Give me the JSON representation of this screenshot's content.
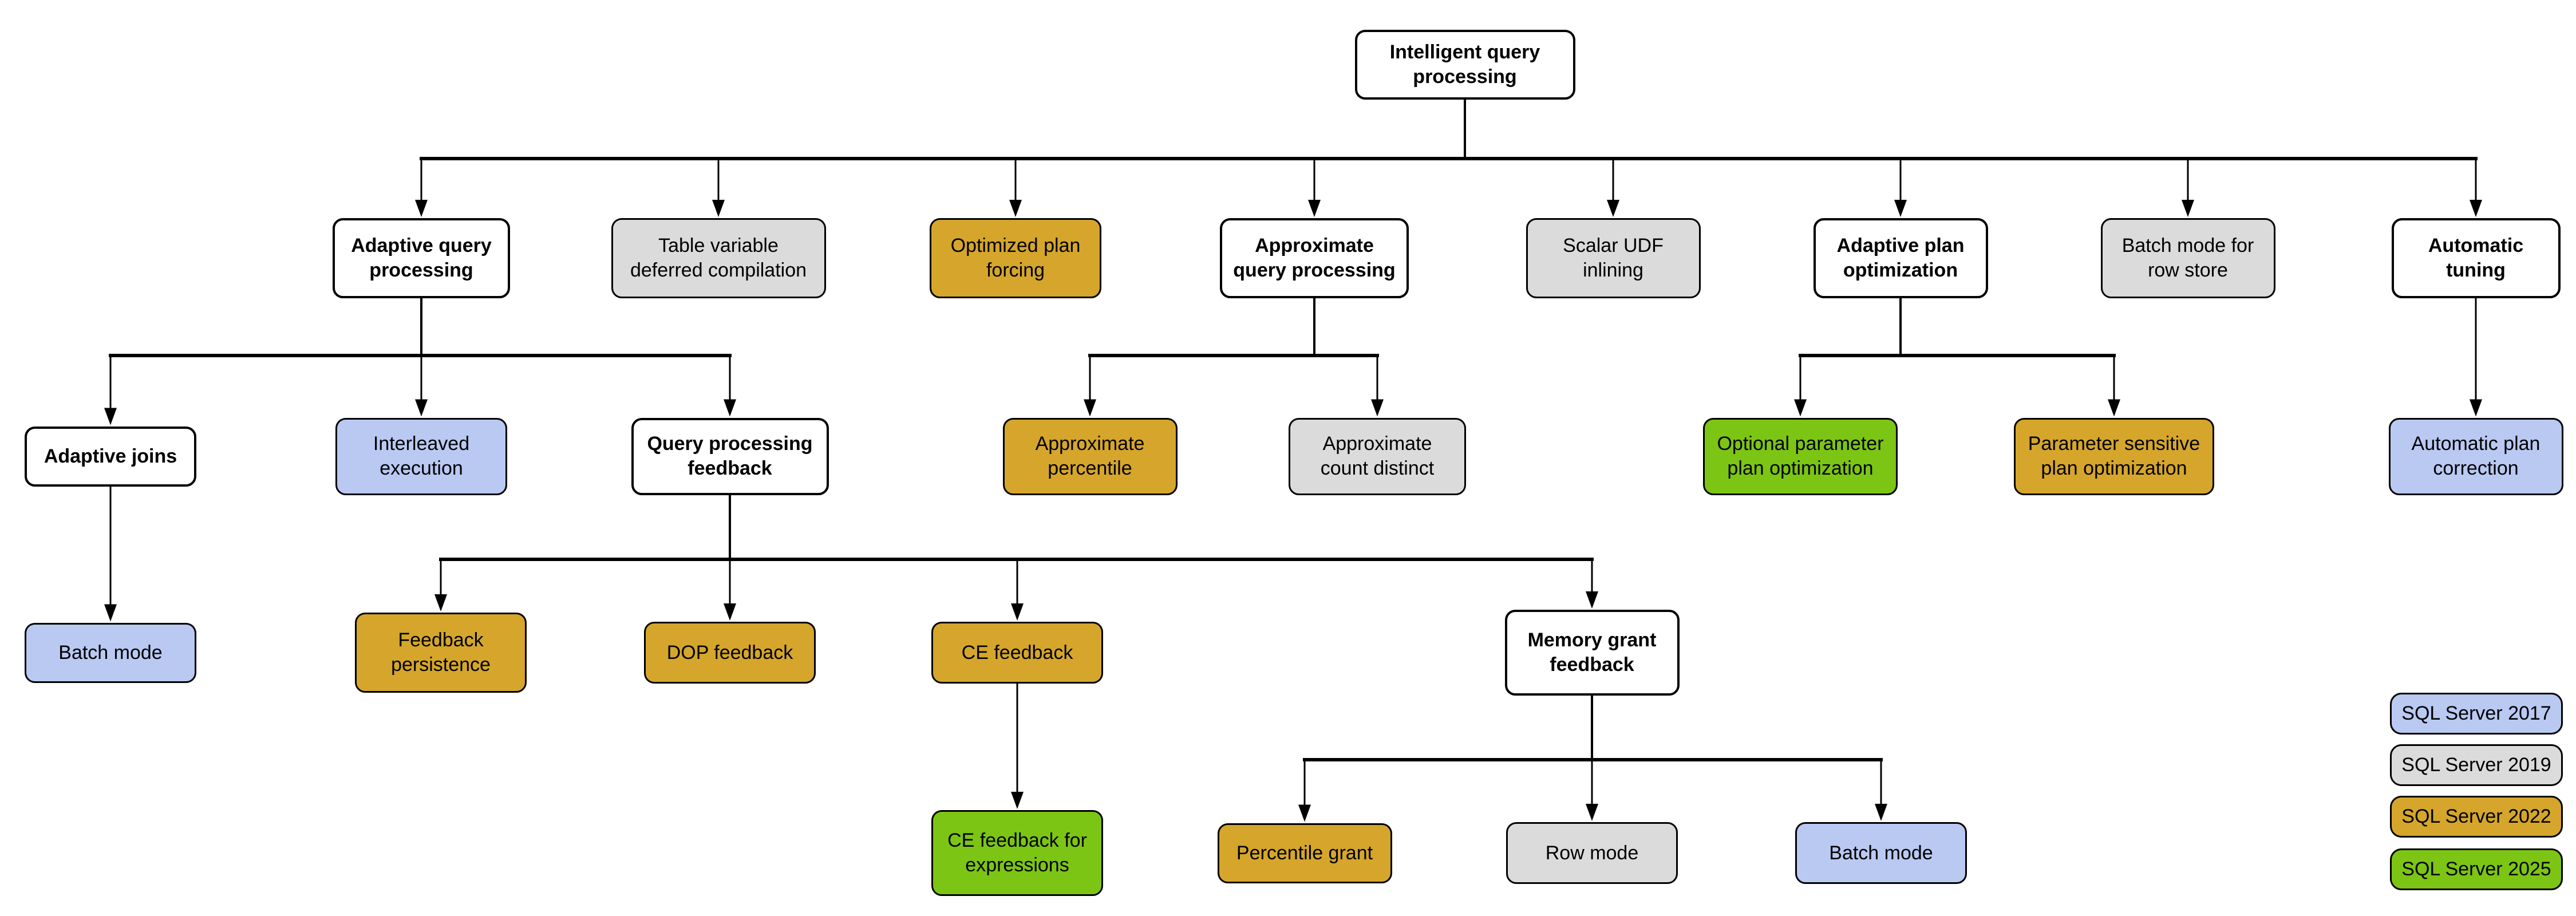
{
  "palette": {
    "white": "#ffffff",
    "sql2017": "#b9c9f2",
    "sql2019": "#dbdbdb",
    "sql2022": "#d5a62b",
    "sql2025": "#7cc514"
  },
  "nodes": [
    {
      "id": "intelligent-query-processing",
      "label": "Intelligent query processing",
      "variant": "parent"
    },
    {
      "id": "adaptive-query-processing",
      "label": "Adaptive query processing",
      "variant": "parent"
    },
    {
      "id": "table-variable-deferred-compilation",
      "label": "Table variable deferred compilation",
      "variant": "sql2019"
    },
    {
      "id": "optimized-plan-forcing",
      "label": "Optimized plan forcing",
      "variant": "sql2022"
    },
    {
      "id": "approximate-query-processing",
      "label": "Approximate query processing",
      "variant": "parent"
    },
    {
      "id": "scalar-udf-inlining",
      "label": "Scalar UDF inlining",
      "variant": "sql2019"
    },
    {
      "id": "adaptive-plan-optimization",
      "label": "Adaptive plan optimization",
      "variant": "parent"
    },
    {
      "id": "batch-mode-row-store",
      "label": "Batch mode for row store",
      "variant": "sql2019"
    },
    {
      "id": "automatic-tuning",
      "label": "Automatic tuning",
      "variant": "parent"
    },
    {
      "id": "adaptive-joins",
      "label": "Adaptive joins",
      "variant": "parent"
    },
    {
      "id": "interleaved-execution",
      "label": "Interleaved execution",
      "variant": "sql2017"
    },
    {
      "id": "query-processing-feedback",
      "label": "Query processing feedback",
      "variant": "parent"
    },
    {
      "id": "approximate-percentile",
      "label": "Approximate percentile",
      "variant": "sql2022"
    },
    {
      "id": "approximate-count-distinct",
      "label": "Approximate count distinct",
      "variant": "sql2019"
    },
    {
      "id": "optional-parameter-plan-optimization",
      "label": "Optional parameter plan optimization",
      "variant": "sql2025"
    },
    {
      "id": "parameter-sensitive-plan-optimization",
      "label": "Parameter sensitive plan optimization",
      "variant": "sql2022"
    },
    {
      "id": "automatic-plan-correction",
      "label": "Automatic plan correction",
      "variant": "sql2017"
    },
    {
      "id": "batch-mode-adaptive-joins",
      "label": "Batch mode",
      "variant": "sql2017"
    },
    {
      "id": "feedback-persistence",
      "label": "Feedback persistence",
      "variant": "sql2022"
    },
    {
      "id": "dop-feedback",
      "label": "DOP feedback",
      "variant": "sql2022"
    },
    {
      "id": "ce-feedback",
      "label": "CE feedback",
      "variant": "sql2022"
    },
    {
      "id": "memory-grant-feedback",
      "label": "Memory grant feedback",
      "variant": "parent"
    },
    {
      "id": "ce-feedback-for-expressions",
      "label": "CE feedback for expressions",
      "variant": "sql2025"
    },
    {
      "id": "percentile-grant",
      "label": "Percentile grant",
      "variant": "sql2022"
    },
    {
      "id": "row-mode",
      "label": "Row mode",
      "variant": "sql2019"
    },
    {
      "id": "batch-mode-memory-grant",
      "label": "Batch mode",
      "variant": "sql2017"
    }
  ],
  "tree": {
    "intelligent-query-processing": [
      "adaptive-query-processing",
      "table-variable-deferred-compilation",
      "optimized-plan-forcing",
      "approximate-query-processing",
      "scalar-udf-inlining",
      "adaptive-plan-optimization",
      "batch-mode-row-store",
      "automatic-tuning"
    ],
    "adaptive-query-processing": [
      "adaptive-joins",
      "interleaved-execution",
      "query-processing-feedback"
    ],
    "approximate-query-processing": [
      "approximate-percentile",
      "approximate-count-distinct"
    ],
    "adaptive-plan-optimization": [
      "optional-parameter-plan-optimization",
      "parameter-sensitive-plan-optimization"
    ],
    "automatic-tuning": [
      "automatic-plan-correction"
    ],
    "adaptive-joins": [
      "batch-mode-adaptive-joins"
    ],
    "query-processing-feedback": [
      "feedback-persistence",
      "dop-feedback",
      "ce-feedback",
      "memory-grant-feedback"
    ],
    "ce-feedback": [
      "ce-feedback-for-expressions"
    ],
    "memory-grant-feedback": [
      "percentile-grant",
      "row-mode",
      "batch-mode-memory-grant"
    ]
  },
  "legend": {
    "items": [
      {
        "label": "SQL Server 2017",
        "variant": "sql2017"
      },
      {
        "label": "SQL Server 2019",
        "variant": "sql2019"
      },
      {
        "label": "SQL Server 2022",
        "variant": "sql2022"
      },
      {
        "label": "SQL Server 2025",
        "variant": "sql2025"
      }
    ]
  }
}
